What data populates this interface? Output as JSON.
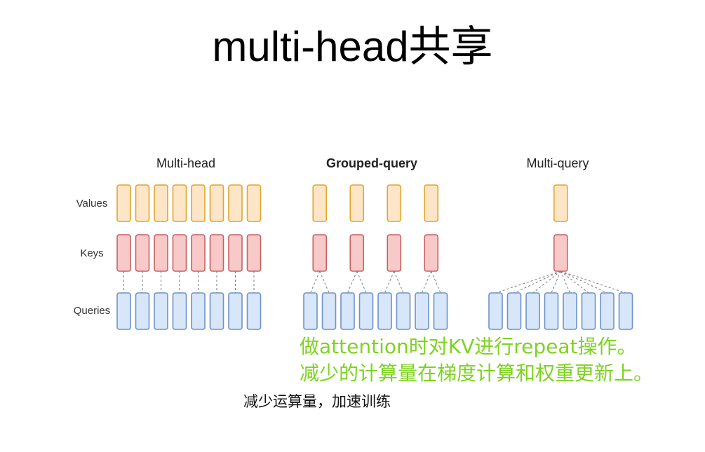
{
  "slide": {
    "title": "multi-head共享",
    "annotation_line1": "做attention时对KV进行repeat操作。",
    "annotation_line2": "减少的计算量在梯度计算和权重更新上。",
    "caption": "减少运算量，加速训练"
  },
  "diagram": {
    "row_labels": {
      "values": "Values",
      "keys": "Keys",
      "queries": "Queries"
    },
    "panels": [
      {
        "title": "Multi-head",
        "bold": false,
        "query_heads": 8,
        "kv_heads": 8
      },
      {
        "title": "Grouped-query",
        "bold": true,
        "query_heads": 8,
        "kv_heads": 4
      },
      {
        "title": "Multi-query",
        "bold": false,
        "query_heads": 8,
        "kv_heads": 1
      }
    ],
    "colors": {
      "values_fill": "#fde5c7",
      "values_stroke": "#e2a52c",
      "keys_fill": "#f7c9c9",
      "keys_stroke": "#c96060",
      "queries_fill": "#d7e6f9",
      "queries_stroke": "#6d93c9",
      "connector": "#7a7a7a",
      "annotation": "#7ed321"
    }
  }
}
